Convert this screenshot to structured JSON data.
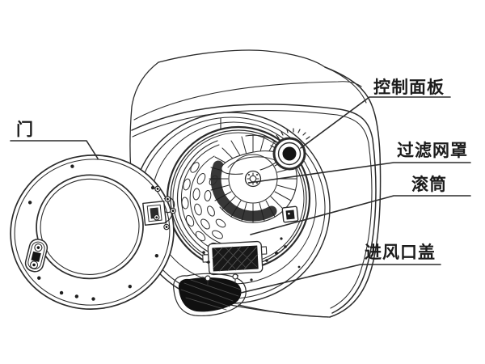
{
  "diagram": {
    "labels": {
      "door": "门",
      "control_panel": "控制面板",
      "filter_cover": "过滤网罩",
      "drum": "滚筒",
      "air_inlet_cover": "进风口盖"
    },
    "colors": {
      "line": "#2b2b2b",
      "dark_fill": "#141414",
      "highlight": "#cfe9f0",
      "background": "#ffffff"
    }
  }
}
